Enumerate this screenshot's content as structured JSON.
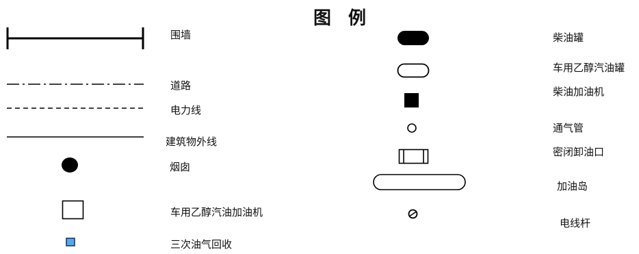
{
  "title": "图 例",
  "left": [
    {
      "label": "围墙",
      "icon": "wall-line-symbol"
    },
    {
      "label": "道路",
      "icon": "road-dash-dot-line-symbol"
    },
    {
      "label": "电力线",
      "icon": "power-line-dashed-symbol"
    },
    {
      "label": "建筑物外线",
      "icon": "building-outline-solid-line-symbol"
    },
    {
      "label": "烟囱",
      "icon": "chimney-filled-circle-symbol"
    },
    {
      "label": "车用乙醇汽油加油机",
      "icon": "ethanol-dispenser-square-symbol"
    },
    {
      "label": "三次油气回收",
      "icon": "vapor-recovery-square-symbol"
    }
  ],
  "right": [
    {
      "label": "柴油罐",
      "icon": "diesel-tank-filled-pill-symbol"
    },
    {
      "label": "车用乙醇汽油罐",
      "icon": "ethanol-tank-pill-symbol"
    },
    {
      "label": "柴油加油机",
      "icon": "diesel-dispenser-filled-square-symbol"
    },
    {
      "label": "通气管",
      "icon": "vent-pipe-circle-symbol"
    },
    {
      "label": "密闭卸油口",
      "icon": "sealed-unloading-port-symbol"
    },
    {
      "label": "加油岛",
      "icon": "fuel-island-ellipse-symbol"
    },
    {
      "label": "电线杆",
      "icon": "utility-pole-symbol"
    }
  ],
  "colors": {
    "stroke": "#000000",
    "vapor_fill": "#5aa8e0",
    "vapor_border": "#1a3a6a"
  }
}
